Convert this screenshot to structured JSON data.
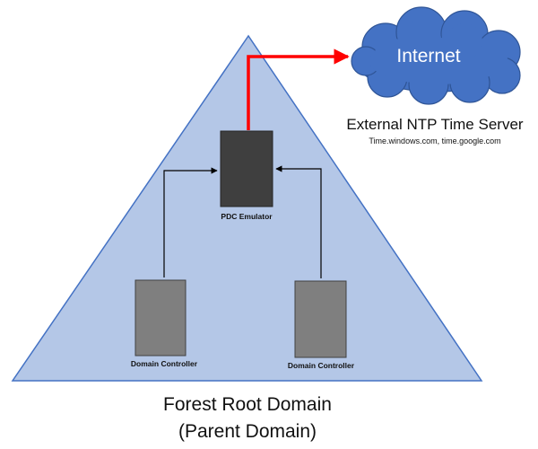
{
  "colors": {
    "triangle_fill": "#b4c7e7",
    "triangle_stroke": "#4472c4",
    "cloud_fill": "#4472c4",
    "pdc_fill": "#3f3f3f",
    "dc_fill": "#7f7f7f",
    "internet_link": "#ff0000",
    "sync_arrow": "#000000"
  },
  "cloud": {
    "label": "Internet",
    "icon": "cloud-icon"
  },
  "ntp": {
    "title": "External NTP Time Server",
    "servers": "Time.windows.com, time.google.com"
  },
  "pdc": {
    "label": "PDC Emulator",
    "icon": "server-icon"
  },
  "domain_controllers": [
    {
      "label": "Domain Controller",
      "icon": "server-icon"
    },
    {
      "label": "Domain Controller",
      "icon": "server-icon"
    }
  ],
  "forest": {
    "line1": "Forest Root Domain",
    "line2": "(Parent Domain)"
  }
}
